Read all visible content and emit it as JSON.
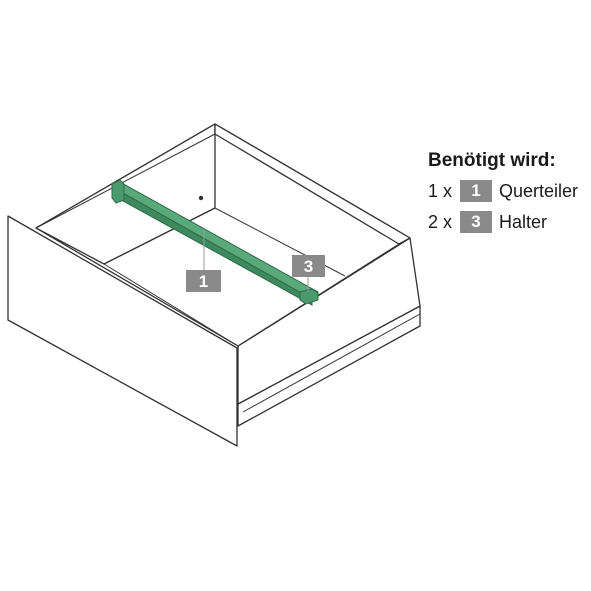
{
  "legend": {
    "title": "Benötigt wird:",
    "items": [
      {
        "qty": "1 x",
        "number": "1",
        "label": "Querteiler"
      },
      {
        "qty": "2 x",
        "number": "3",
        "label": "Halter"
      }
    ]
  },
  "callouts": {
    "part1": "1",
    "part3": "3"
  },
  "colors": {
    "highlight": "#4a9a6e",
    "badge": "#8a8a8a",
    "outline": "#333333"
  }
}
